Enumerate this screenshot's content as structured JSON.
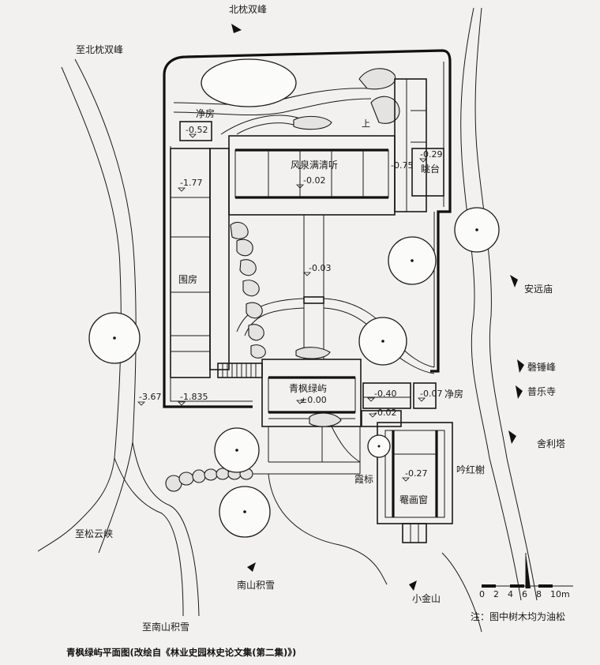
{
  "labels": {
    "north_peaks": "北枕双峰",
    "to_north_peaks": "至北枕双峰",
    "clean_room_top": "净房",
    "level_neg052": "-0.52",
    "hall_fengquan": "风泉满清听",
    "level_neg002": "-0.02",
    "level_neg075": "-0.75",
    "level_neg029": "-0.29",
    "tiaotai": "眺台",
    "level_neg177": "-1.77",
    "shang_top": "上",
    "level_neg003": "-0.03",
    "weifang": "围房",
    "anyuan_temple": "安远庙",
    "qingfeng_pavilion": "青枫绿屿",
    "level_000": "±0.00",
    "level_neg040": "-0.40",
    "level_neg007": "-0.07",
    "clean_room_right": "净房",
    "level_neg002b": "-0.02",
    "level_neg367": "-3.67",
    "level_neg1835": "-1.835",
    "qingchui_peak": "磬锤峰",
    "pule_temple": "普乐寺",
    "sheli_pagoda": "舍利塔",
    "yinhong_xie": "吟红榭",
    "xiabiao": "霞标",
    "level_neg027": "-0.27",
    "zaohua_window": "罨画窗",
    "to_songyun_gorge": "至松云峡",
    "nanshan_snow": "南山积雪",
    "to_nanshan_snow": "至南山积雪",
    "xiaojin_hill": "小金山",
    "note_trees": "注：图中树木均为油松"
  },
  "scale": {
    "ticks": [
      "0",
      "2",
      "4",
      "6",
      "8",
      "10m"
    ]
  },
  "caption": "青枫绿屿平面图(改绘自《林业史园林史论文集(第二集)》)"
}
